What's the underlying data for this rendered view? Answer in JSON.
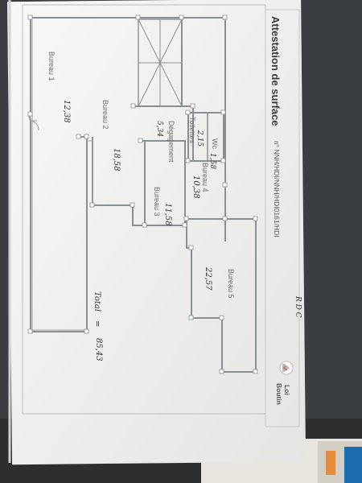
{
  "header": {
    "title": "Attestation de surface",
    "ref_number": "n° NNH/HDI/NNH/HDI0161/HDI"
  },
  "brand": {
    "line1": "Loi",
    "line2": "Boutin",
    "logo_icon": "house-check-icon",
    "accent": "#d9534f"
  },
  "stamp": {
    "level": "R D C"
  },
  "rooms": {
    "bureau1": "Bureau 1",
    "bureau2": "Bureau 2",
    "bureau3": "Bureau 3",
    "bureau4": "Bureau 4",
    "bureau5": "Bureau 5",
    "toilettes": "Toilettes",
    "wc": "Wc",
    "degagement": "Dégagement"
  },
  "areas": {
    "bureau1": "12,38",
    "bureau2": "18,58",
    "bureau3": "11,58",
    "bureau4": "10,38",
    "bureau5": "22,57",
    "toilettes": "2,15",
    "wc": "1,58",
    "degagement": "5,34",
    "total_label": "Total",
    "total_value": "85,43"
  }
}
